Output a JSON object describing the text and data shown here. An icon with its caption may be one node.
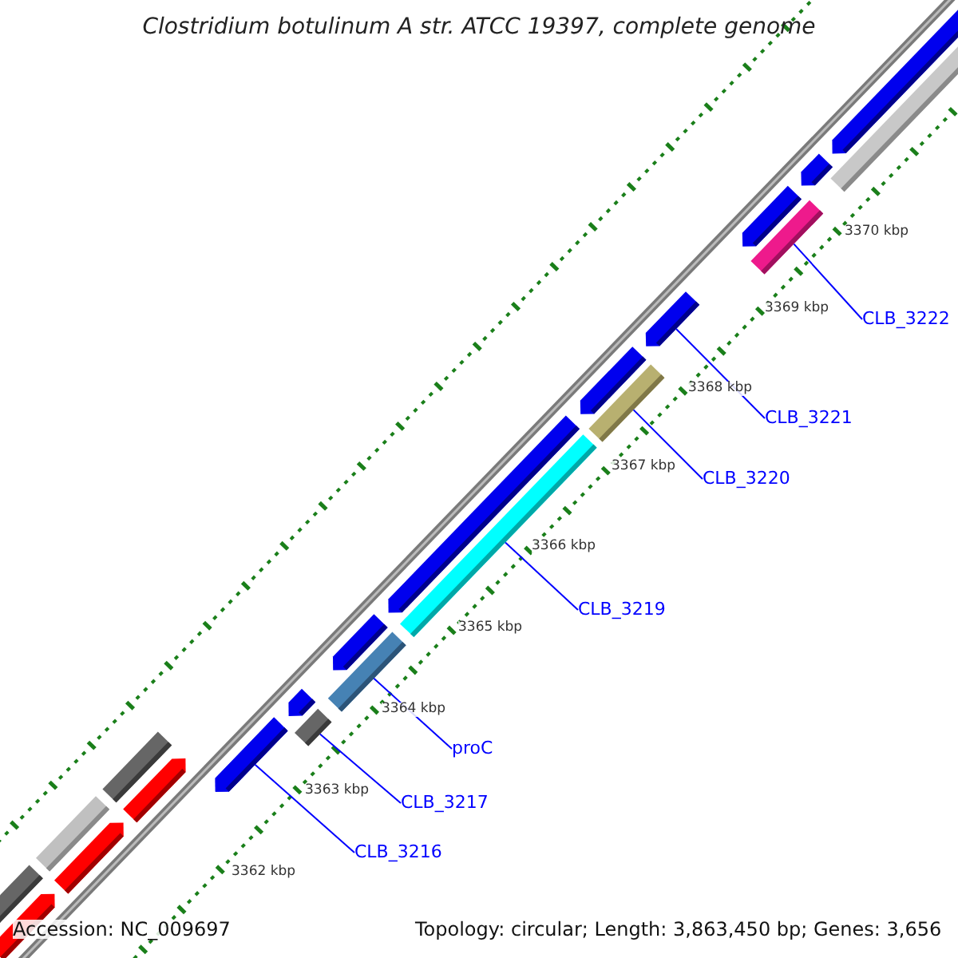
{
  "diagram": {
    "title": "Clostridium botulinum A str. ATCC 19397, complete genome",
    "nodes": [
      {
        "text": [
          "CLB_3222"
        ]
      },
      {
        "text": [
          "CLB_3221"
        ]
      },
      {
        "text": [
          "CLB_3220"
        ]
      },
      {
        "text": [
          "CLB_3219"
        ]
      },
      {
        "text": [
          "proC"
        ]
      },
      {
        "text": [
          "CLB_3217"
        ]
      },
      {
        "text": [
          "CLB_3216"
        ]
      },
      {
        "text": [],
        "shape": "bar"
      },
      {
        "text": [],
        "shape": "bar"
      },
      {
        "text": [],
        "shape": "bar"
      },
      {
        "text": [],
        "shape": "bar"
      },
      {
        "text": [],
        "shape": "bar"
      },
      {
        "text": [],
        "shape": "bar"
      },
      {
        "text": [],
        "shape": "bar"
      }
    ],
    "edges": [
      {
        "from": 0,
        "to": 7,
        "arrow": "none"
      },
      {
        "from": 1,
        "to": 8,
        "arrow": "none"
      },
      {
        "from": 2,
        "to": 9,
        "arrow": "none"
      },
      {
        "from": 3,
        "to": 10,
        "arrow": "none"
      },
      {
        "from": 4,
        "to": 11,
        "arrow": "none"
      },
      {
        "from": 5,
        "to": 12,
        "arrow": "none"
      },
      {
        "from": 6,
        "to": 13,
        "arrow": "none"
      }
    ],
    "labels": [
      "3370 kbp",
      "3369 kbp",
      "3368 kbp",
      "3367 kbp",
      "3366 kbp",
      "3365 kbp",
      "3364 kbp",
      "3363 kbp",
      "3362 kbp",
      "Accession: NC_009697",
      "Topology: circular; Length: 3,863,450 bp; Genes: 3,656"
    ]
  }
}
